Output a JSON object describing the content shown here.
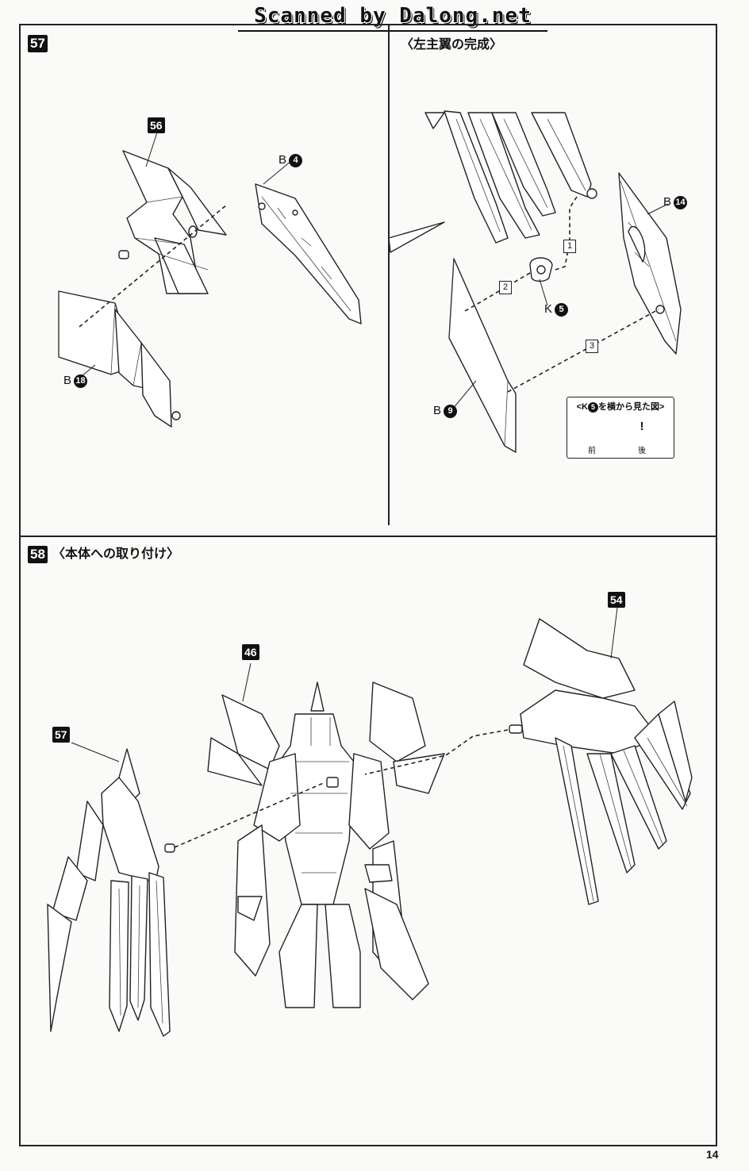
{
  "watermark": "Scanned by Dalong.net",
  "page_number": "14",
  "steps": {
    "s57": {
      "number": "57",
      "callout": "56",
      "parts": [
        {
          "letter": "B",
          "num": "4"
        },
        {
          "letter": "B",
          "num": "18"
        }
      ]
    },
    "complete": {
      "heading": "〈左主翼の完成〉",
      "parts": [
        {
          "letter": "B",
          "num": "14"
        },
        {
          "letter": "K",
          "num": "5"
        },
        {
          "letter": "B",
          "num": "9"
        }
      ],
      "sequence": [
        "1",
        "2",
        "3"
      ],
      "inset": {
        "title_pre": "<K",
        "title_num": "5",
        "title_post": "を横から見た図>",
        "front": "前",
        "back": "後",
        "warning": "!"
      }
    },
    "s58": {
      "number": "58",
      "heading": "〈本体への取り付け〉",
      "callouts": [
        "46",
        "54",
        "57"
      ]
    }
  }
}
